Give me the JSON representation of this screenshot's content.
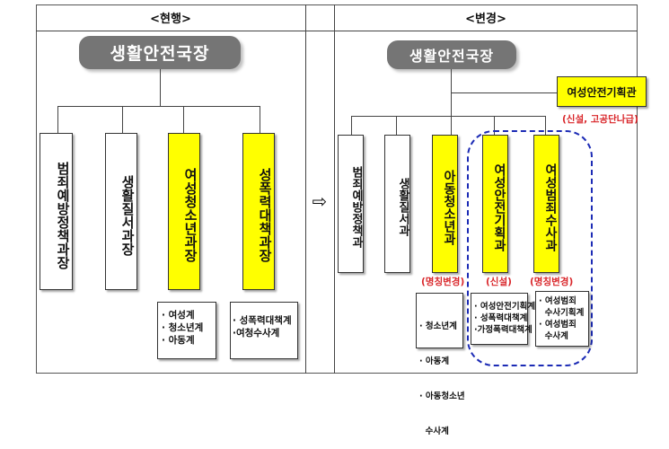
{
  "current": {
    "header": "<현행>",
    "bureau": "생활안전국장",
    "divisions": [
      {
        "label": "범죄예방정책과장",
        "highlight": false
      },
      {
        "label": "생활질서과장",
        "highlight": false
      },
      {
        "label": "여성청소년과장",
        "highlight": true,
        "teams": [
          "· 여성계",
          "· 청소년계",
          "· 아동계"
        ]
      },
      {
        "label": "성폭력대책과장",
        "highlight": true,
        "teams": [
          "· 성폭력대책계",
          "·여청수사계"
        ]
      }
    ]
  },
  "arrow": {
    "icon": "right-arrow-icon",
    "glyph": "⇨"
  },
  "changed": {
    "header": "<변경>",
    "bureau": "생활안전국장",
    "planner": {
      "label": "여성안전기획관",
      "note": "(신설, 고공단나급)"
    },
    "divisions": [
      {
        "label": "범죄예방정책과",
        "highlight": false
      },
      {
        "label": "생활질서과",
        "highlight": false
      },
      {
        "label": "아동청소년과",
        "highlight": true,
        "note": "(명칭변경)",
        "teams": [
          "· 청소년계",
          "· 아동계",
          "· 아동청소년",
          "  수사계"
        ]
      },
      {
        "label": "여성안전기획과",
        "highlight": true,
        "note": "(신설)",
        "teams": [
          "· 여성안전기획계",
          "· 성폭력대책계",
          "·가정폭력대책계"
        ]
      },
      {
        "label": "여성범죄수사과",
        "highlight": true,
        "note": "(명칭변경)",
        "teams": [
          "· 여성범죄",
          "  수사기획계",
          "· 여성범죄",
          "  수사계"
        ]
      }
    ]
  },
  "colors": {
    "highlight": "#ffff00",
    "bureau": "#757575",
    "note_red": "#d9262a",
    "dashed_blue": "#1c2bb5"
  }
}
